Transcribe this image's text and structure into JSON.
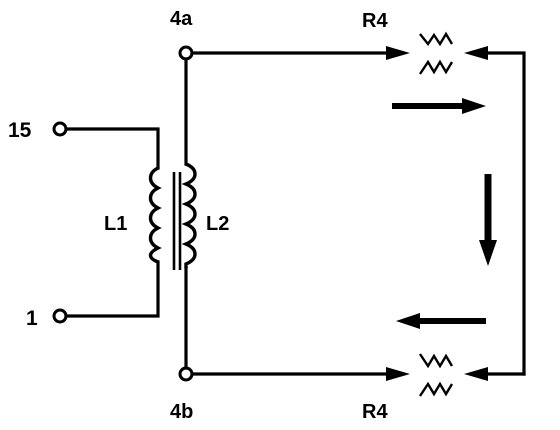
{
  "diagram": {
    "terminals": {
      "t15": "15",
      "t1": "1",
      "t4a": "4a",
      "t4b": "4b"
    },
    "coils": {
      "primary": "L1",
      "secondary": "L2"
    },
    "spark_gaps": {
      "top": "R4",
      "bottom": "R4"
    },
    "current_flow_arrows": [
      "right",
      "down",
      "left"
    ],
    "colors": {
      "line": "#000000",
      "background": "#ffffff"
    }
  }
}
